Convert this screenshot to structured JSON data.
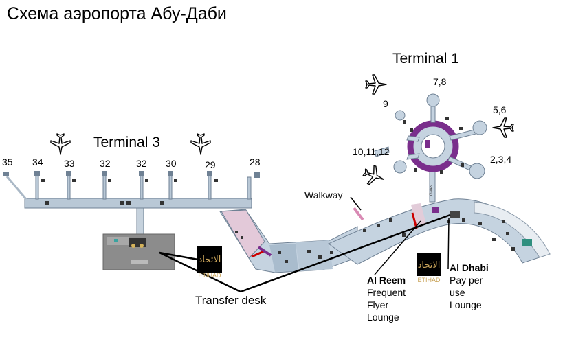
{
  "title": "Схема аэропорта Абу-Даби",
  "terminals": {
    "t1": "Terminal 1",
    "t3": "Terminal 3"
  },
  "gates_t3": [
    "35",
    "34",
    "33",
    "32",
    "32",
    "30",
    "29",
    "28"
  ],
  "gates_t1": [
    "7,8",
    "9",
    "5,6",
    "10,11,12",
    "2,3,4"
  ],
  "walkway": "Walkway",
  "transfer_desk": "Transfer desk",
  "lounges": {
    "al_reem": {
      "name": "Al Reem",
      "lines": [
        "Frequent",
        "Flyer",
        "Lounge"
      ]
    },
    "al_dhabi": {
      "name": "Al Dhabi",
      "lines": [
        "Pay per",
        "use",
        "Lounge"
      ]
    }
  },
  "logo_text": "ETIHAD",
  "logo_arabic": "الاتحاد",
  "icons": [
    "airplane-icon",
    "airplane-icon",
    "airplane-icon",
    "airplane-icon",
    "airplane-icon",
    "airplane-icon"
  ],
  "colors": {
    "terminal_fill": "#b9c8d6",
    "building_gray": "#8c8c8c",
    "accent_purple": "#7a2e8c",
    "pink": "#e7a5c4",
    "marker_red": "#cc0000",
    "logo_gold": "#c9a45a"
  }
}
